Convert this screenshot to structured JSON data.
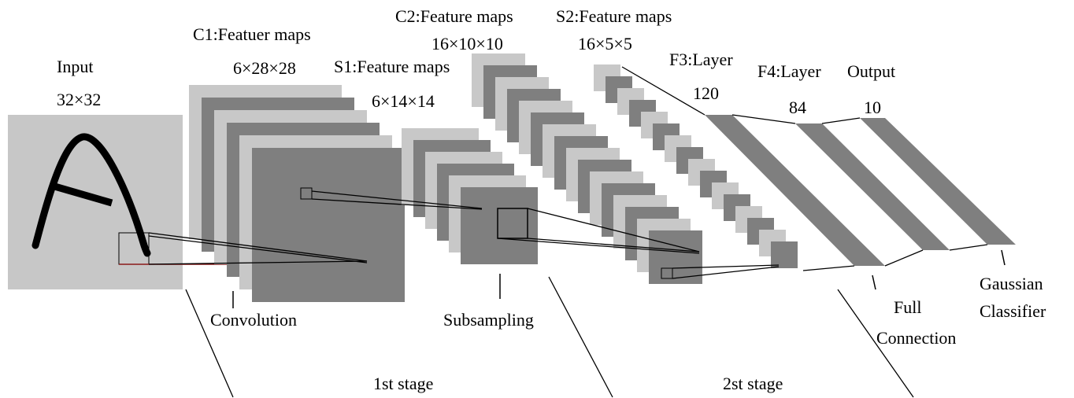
{
  "colors": {
    "light": "#c8c8c8",
    "dark": "#7f7f7f",
    "input_bg": "#c7c7c7",
    "stroke": "#000000",
    "receptive_line": "#8b1a1a"
  },
  "layers": {
    "input": {
      "name": "Input",
      "dims": "32×32"
    },
    "c1": {
      "name": "C1:Featuer maps",
      "dims": "6×28×28"
    },
    "s1": {
      "name": "S1:Feature maps",
      "dims": "6×14×14"
    },
    "c2": {
      "name": "C2:Feature maps",
      "dims": "16×10×10"
    },
    "s2": {
      "name": "S2:Feature maps",
      "dims": "16×5×5"
    },
    "f3": {
      "name": "F3:Layer",
      "dims": "120"
    },
    "f4": {
      "name": "F4:Layer",
      "dims": "84"
    },
    "output": {
      "name": "Output",
      "dims": "10"
    }
  },
  "operations": {
    "convolution": "Convolution",
    "subsampling": "Subsampling",
    "full_connection_1": "Full",
    "full_connection_2": "Connection",
    "gaussian_1": "Gaussian",
    "gaussian_2": "Classifier"
  },
  "stages": {
    "first": "1st stage",
    "second": "2st stage"
  }
}
